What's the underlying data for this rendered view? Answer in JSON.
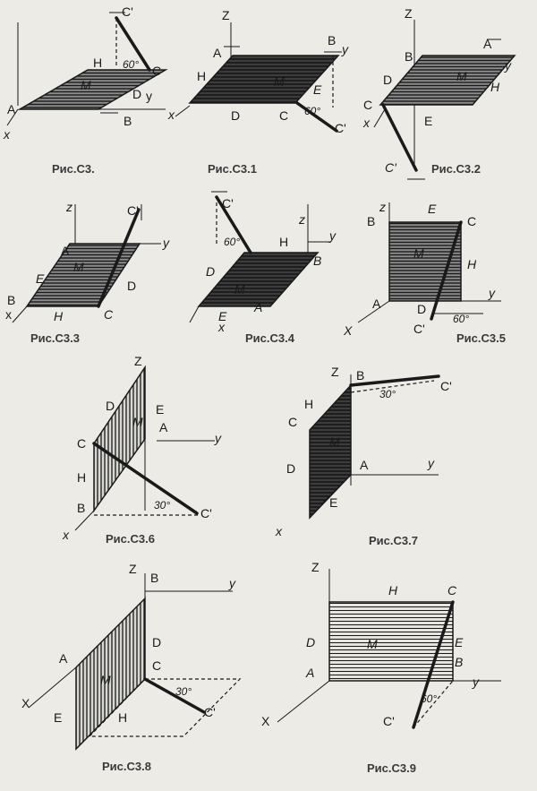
{
  "figures": [
    {
      "caption": "Рис.С3.",
      "labels": {
        "A": "A",
        "B": "B",
        "C": "C",
        "C1": "C'",
        "D": "D",
        "H": "H",
        "M": "M",
        "x": "x",
        "y": "y",
        "angle": "60°"
      }
    },
    {
      "caption": "Рис.С3.1",
      "labels": {
        "A": "A",
        "B": "B",
        "C": "C",
        "C1": "C'",
        "D": "D",
        "E": "E",
        "H": "H",
        "M": "M",
        "x": "x",
        "y": "y",
        "Z": "Z",
        "angle": "60°"
      }
    },
    {
      "caption": "Рис.С3.2",
      "labels": {
        "A": "A",
        "B": "B",
        "C": "C",
        "C1": "C'",
        "D": "D",
        "E": "E",
        "H": "H",
        "M": "M",
        "x": "x",
        "y": "y",
        "Z": "Z"
      }
    },
    {
      "caption": "Рис.С3.3",
      "labels": {
        "A": "A",
        "B": "B",
        "C": "C",
        "C1": "C'",
        "D": "D",
        "E": "E",
        "H": "H",
        "M": "M",
        "x": "x",
        "y": "y",
        "z": "z"
      }
    },
    {
      "caption": "Рис.С3.4",
      "labels": {
        "A": "A",
        "B": "B",
        "C1": "C'",
        "D": "D",
        "E": "E",
        "H": "H",
        "M": "M",
        "x": "x",
        "y": "y",
        "z": "z",
        "angle": "60°"
      }
    },
    {
      "caption": "Рис.С3.5",
      "labels": {
        "A": "A",
        "B": "B",
        "C": "C",
        "C1": "C'",
        "D": "D",
        "E": "E",
        "H": "H",
        "M": "M",
        "x": "X",
        "y": "y",
        "z": "z",
        "angle": "60°"
      }
    },
    {
      "caption": "Рис.С3.6",
      "labels": {
        "A": "A",
        "B": "B",
        "C": "C",
        "C1": "C'",
        "D": "D",
        "E": "E",
        "H": "H",
        "M": "M",
        "x": "x",
        "y": "y",
        "Z": "Z",
        "angle": "30°"
      }
    },
    {
      "caption": "Рис.С3.7",
      "labels": {
        "A": "A",
        "B": "B",
        "C": "C",
        "C1": "C'",
        "D": "D",
        "E": "E",
        "H": "H",
        "M": "M",
        "x": "x",
        "y": "y",
        "Z": "Z",
        "angle": "30°"
      }
    },
    {
      "caption": "Рис.С3.8",
      "labels": {
        "A": "A",
        "B": "B",
        "C": "C",
        "C1": "C'",
        "D": "D",
        "E": "E",
        "H": "H",
        "M": "M",
        "x": "X",
        "y": "y",
        "Z": "Z",
        "angle": "30°"
      }
    },
    {
      "caption": "Рис.С3.9",
      "labels": {
        "A": "A",
        "B": "B",
        "C": "C",
        "C1": "C'",
        "D": "D",
        "E": "E",
        "H": "H",
        "M": "M",
        "x": "X",
        "y": "y",
        "Z": "Z",
        "angle": "60°"
      }
    }
  ],
  "colors": {
    "ink": "#1a1a1a",
    "plate_fill": "#4a4a4a",
    "paper": "#ecebe6",
    "caption": "#3a3a3a"
  }
}
